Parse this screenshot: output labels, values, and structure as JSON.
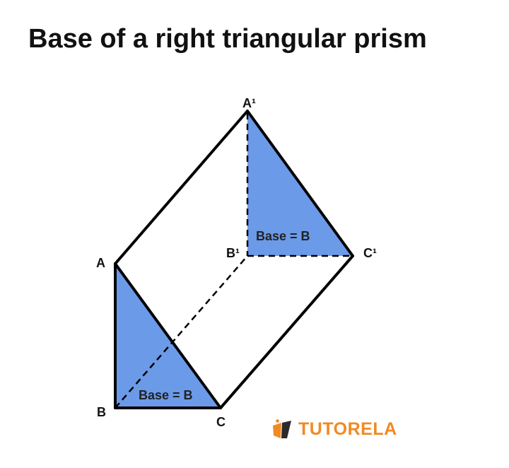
{
  "title": "Base of a right triangular prism",
  "vertices": {
    "A": "A",
    "B": "B",
    "C": "C",
    "A1": "A¹",
    "B1": "B¹",
    "C1": "C¹"
  },
  "base_labels": {
    "bottom": "Base = B",
    "top": "Base = B"
  },
  "colors": {
    "base_fill": "#6b9ae8",
    "edge": "#000000",
    "logo": "#f08a24"
  },
  "logo": {
    "text": "TUTORELA",
    "icon": "tutorela-logo-icon"
  }
}
